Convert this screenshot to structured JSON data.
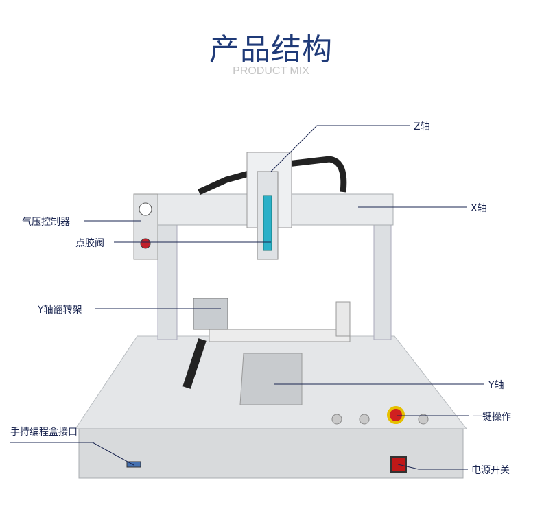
{
  "header": {
    "title": "产品结构",
    "subtitle": "PRODUCT MIX"
  },
  "callouts": {
    "z_axis": "Z轴",
    "x_axis": "X轴",
    "pressure_controller": "气压控制器",
    "dispensing_valve": "点胶阀",
    "y_flip_frame": "Y轴翻转架",
    "y_axis": "Y轴",
    "one_key_operation": "一键操作",
    "teach_pendant_port": "手持编程盒接口",
    "power_switch": "电源开关"
  },
  "colors": {
    "title": "#1f3a78",
    "label": "#1a2550",
    "line": "#1a2550"
  }
}
